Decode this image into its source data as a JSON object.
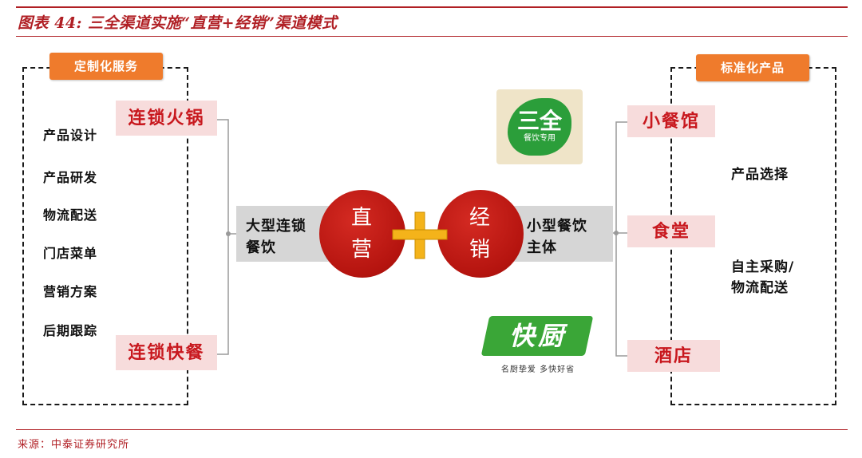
{
  "figure": {
    "title": "图表 44:  三全渠道实施“直营+经销”渠道模式",
    "source": "来源：中泰证券研究所"
  },
  "left_panel": {
    "tag": "定制化服务",
    "items": [
      "产品设计",
      "产品研发",
      "物流配送",
      "门店菜单",
      "营销方案",
      "后期跟踪"
    ],
    "channels": [
      "连锁火锅",
      "连锁快餐"
    ]
  },
  "center": {
    "left_bar": [
      "大型连锁",
      "餐饮"
    ],
    "circle_left": [
      "直",
      "营"
    ],
    "circle_right": [
      "经",
      "销"
    ],
    "right_bar": [
      "小型餐饮",
      "主体"
    ]
  },
  "logos": {
    "sanquan": {
      "main": "三全",
      "sub": "餐饮专用"
    },
    "kuaichu": {
      "main": "快厨",
      "sub": "名厨挚爱  多快好省"
    }
  },
  "right_panel": {
    "tag": "标准化产品",
    "channels": [
      "小餐馆",
      "食堂",
      "酒店"
    ],
    "notes": [
      "产品选择",
      "自主采购/",
      "物流配送"
    ]
  },
  "colors": {
    "accent_red": "#b01f24",
    "tag_orange": "#ef7b2c",
    "circle_red": "#b5140f",
    "plus_yellow": "#f4b31a",
    "pink_tag": "#f7dcdc",
    "gray_bar": "#d6d6d6"
  }
}
